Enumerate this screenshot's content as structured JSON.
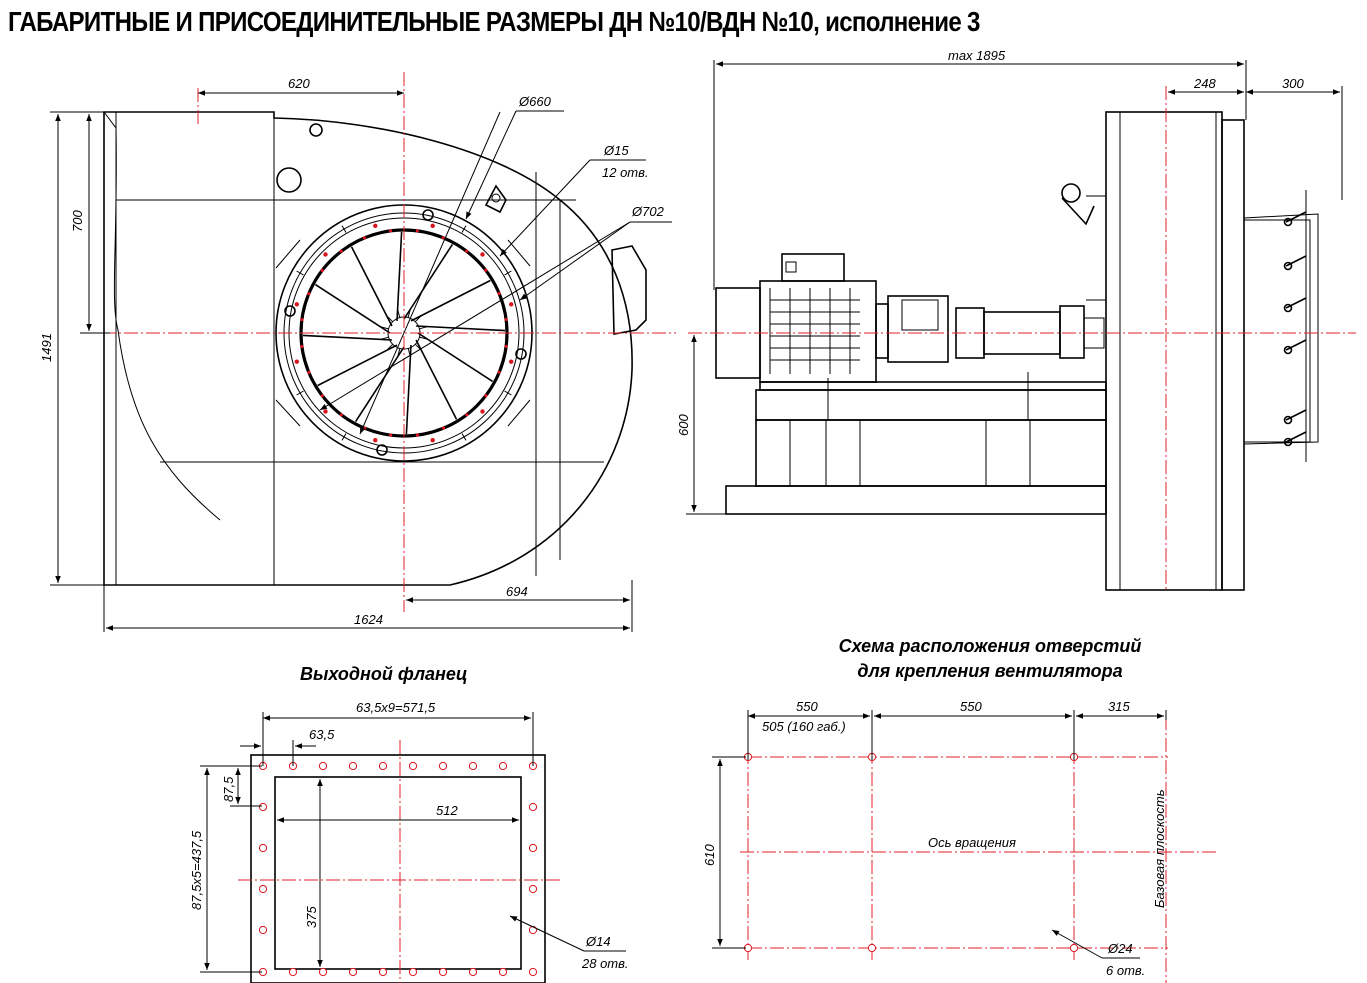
{
  "title": "ГАБАРИТНЫЕ И ПРИСОЕДИНИТЕЛЬНЫЕ РАЗМЕРЫ ДН №10/ВДН №10, исполнение 3",
  "captions": {
    "flange": "Выходной фланец",
    "holes_line1": "Схема расположения отверстий",
    "holes_line2": "для крепления вентилятора"
  },
  "dims": {
    "front": {
      "d620": "620",
      "d700": "700",
      "d1491": "1491",
      "d1624": "1624",
      "d694": "694",
      "dia660": "Ø660",
      "dia15": "Ø15",
      "holes12": "12 отв.",
      "dia702": "Ø702"
    },
    "side": {
      "max1895": "max 1895",
      "d248": "248",
      "d300": "300",
      "d600": "600"
    },
    "flange": {
      "pitch_h": "63,5x9=571,5",
      "d63_5": "63,5",
      "d87_5": "87,5",
      "pitch_v": "87,5x5=437,5",
      "d512": "512",
      "d375": "375",
      "dia14": "Ø14",
      "holes28": "28 отв."
    },
    "holes": {
      "d550a": "550",
      "gab": "505 (160 габ.)",
      "d550b": "550",
      "d315": "315",
      "d610": "610",
      "axis": "Ось вращения",
      "base": "Базовая плоскость",
      "dia24": "Ø24",
      "holes6": "6 отв."
    }
  },
  "colors": {
    "lines": "#000000",
    "axes": "#e0202a",
    "holes": "#d8141e"
  }
}
